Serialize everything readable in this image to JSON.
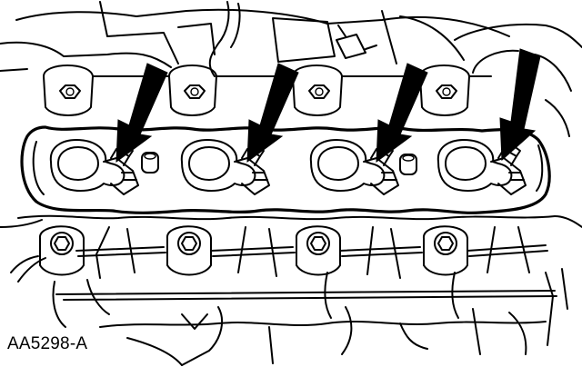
{
  "figure": {
    "id_label": "AA5298-A",
    "arrow_color": "#000000",
    "line_color": "#000000",
    "background": "#ffffff"
  },
  "components": {
    "ignition_coils": 4,
    "head_bolts": 4,
    "manifold_bolts": 4,
    "arrows": 4
  }
}
